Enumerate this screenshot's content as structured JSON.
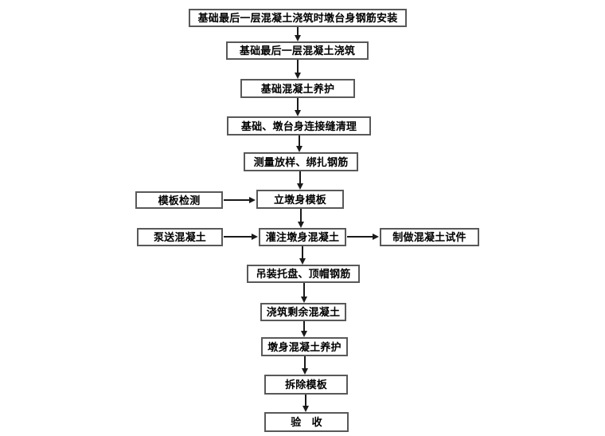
{
  "diagram": {
    "type": "flowchart",
    "background_color": "#ffffff",
    "box_border_color": "#595959",
    "text_color": "#000000",
    "arrow_color": "#1a1a1a"
  },
  "nodes": [
    {
      "id": "rebar-install-during-final-pour",
      "label": "基础最后一层混凝土浇筑时墩台身钢筋安装"
    },
    {
      "id": "final-layer-concrete-pour",
      "label": "基础最后一层混凝土浇筑"
    },
    {
      "id": "foundation-concrete-curing",
      "label": "基础混凝土养护"
    },
    {
      "id": "joint-cleaning",
      "label": "基础、墩台身连接缝清理"
    },
    {
      "id": "survey-layout-rebar-tying",
      "label": "测量放样、绑扎钢筋"
    },
    {
      "id": "formwork-inspection",
      "label": "模板检测"
    },
    {
      "id": "erect-pier-formwork",
      "label": "立墩身模板"
    },
    {
      "id": "pump-concrete",
      "label": "泵送混凝土"
    },
    {
      "id": "pour-pier-concrete",
      "label": "灌注墩身混凝土"
    },
    {
      "id": "make-concrete-specimens",
      "label": "制做混凝土试件"
    },
    {
      "id": "hoist-tray-cap-rebar",
      "label": "吊装托盘、顶帽钢筋"
    },
    {
      "id": "pour-remaining-concrete",
      "label": "浇筑剩余混凝土"
    },
    {
      "id": "pier-concrete-curing",
      "label": "墩身混凝土养护"
    },
    {
      "id": "remove-formwork",
      "label": "拆除模板"
    },
    {
      "id": "acceptance",
      "label": "验　收"
    }
  ],
  "edges": [
    {
      "from": 0,
      "to": 1,
      "direction": "down"
    },
    {
      "from": 1,
      "to": 2,
      "direction": "down"
    },
    {
      "from": 2,
      "to": 3,
      "direction": "down"
    },
    {
      "from": 3,
      "to": 4,
      "direction": "down"
    },
    {
      "from": 4,
      "to": 6,
      "direction": "down"
    },
    {
      "from": 5,
      "to": 6,
      "direction": "right"
    },
    {
      "from": 6,
      "to": 8,
      "direction": "down"
    },
    {
      "from": 7,
      "to": 8,
      "direction": "right"
    },
    {
      "from": 8,
      "to": 9,
      "direction": "right"
    },
    {
      "from": 8,
      "to": 10,
      "direction": "down"
    },
    {
      "from": 10,
      "to": 11,
      "direction": "down"
    },
    {
      "from": 11,
      "to": 12,
      "direction": "down"
    },
    {
      "from": 12,
      "to": 13,
      "direction": "down"
    },
    {
      "from": 13,
      "to": 14,
      "direction": "down"
    }
  ]
}
